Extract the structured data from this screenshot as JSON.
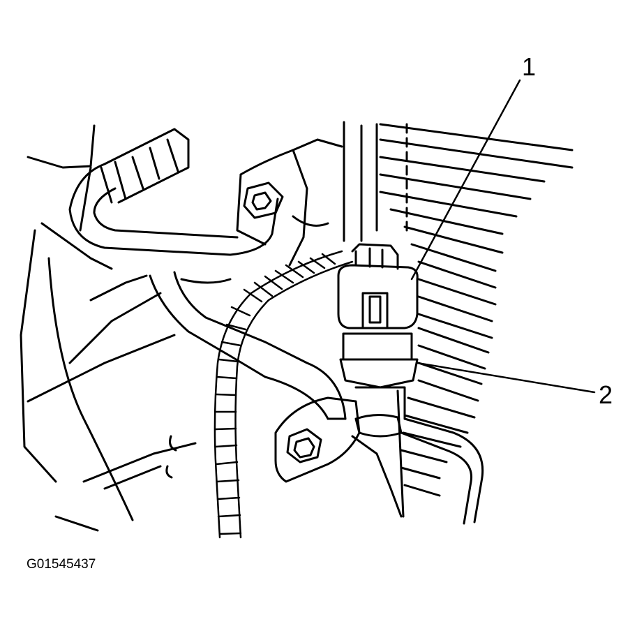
{
  "figure_id": "G01545437",
  "callouts": [
    {
      "number": "1"
    },
    {
      "number": "2"
    }
  ],
  "colors": {
    "line": "#000000",
    "background": "#ffffff"
  }
}
